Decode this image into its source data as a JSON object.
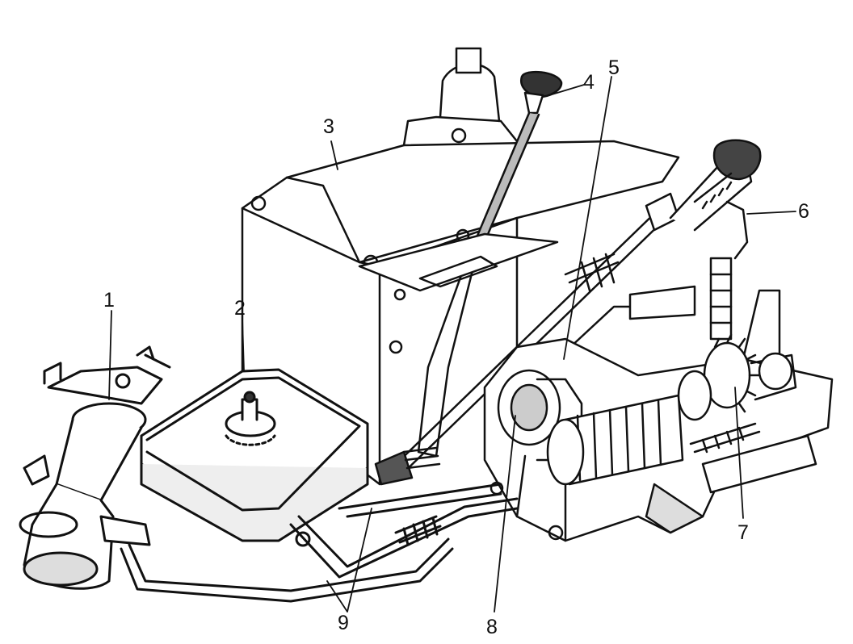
{
  "labels": {
    "l1": "1",
    "l2": "2",
    "l3": "3",
    "l4": "4",
    "l5": "5",
    "l6": "6",
    "l7": "7",
    "l8": "8",
    "l9": "9"
  },
  "colors": {
    "ink": "#111111",
    "paper": "#ffffff",
    "shade": "#e9e9e9"
  }
}
